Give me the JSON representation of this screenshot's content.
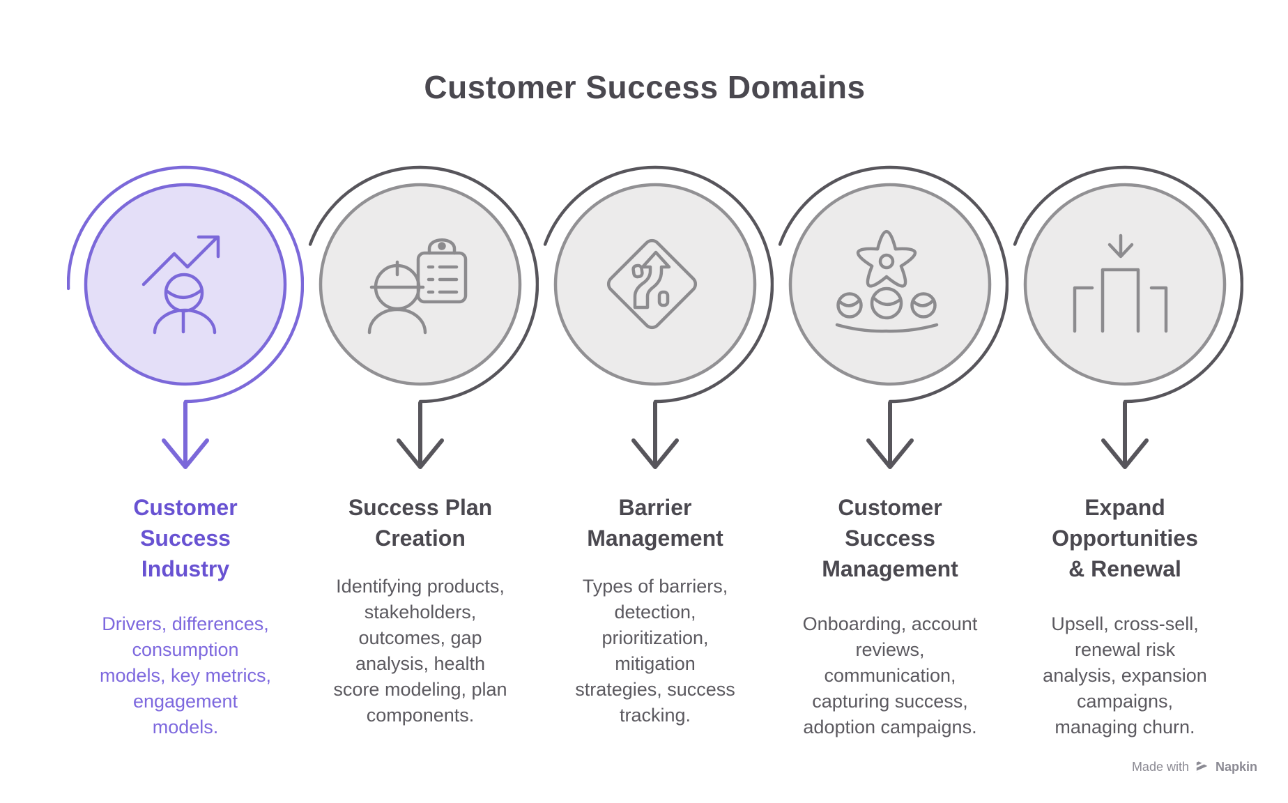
{
  "title": "Customer Success Domains",
  "colors": {
    "background": "#ffffff",
    "accent": "#7b68d9",
    "accent_fill": "#e4dff8",
    "accent_title": "#6852d2",
    "accent_body": "#7d68de",
    "gray_fill": "#ecebeb",
    "gray_stroke": "#919093",
    "gray_arc": "#57555b",
    "gray_icon": "#8c8b8e",
    "gray_title": "#4a484f",
    "gray_body": "#5b595f",
    "footer_text": "#8b8a93"
  },
  "domains": [
    {
      "key": "customer-success-industry",
      "highlighted": true,
      "icon": "person-growth-trend-icon",
      "title": "Customer\nSuccess\nIndustry",
      "description": "Drivers, differences,\nconsumption\nmodels, key metrics,\nengagement\nmodels."
    },
    {
      "key": "success-plan-creation",
      "highlighted": false,
      "icon": "engineer-checklist-icon",
      "title": "Success Plan\nCreation",
      "description": "Identifying products,\nstakeholders,\noutcomes, gap\nanalysis, health\nscore modeling, plan\ncomponents."
    },
    {
      "key": "barrier-management",
      "highlighted": false,
      "icon": "road-sign-detour-icon",
      "title": "Barrier\nManagement",
      "description": "Types of barriers,\ndetection,\nprioritization,\nmitigation\nstrategies, success\ntracking."
    },
    {
      "key": "customer-success-management",
      "highlighted": false,
      "icon": "gear-team-icon",
      "title": "Customer\nSuccess\nManagement",
      "description": "Onboarding, account\nreviews,\ncommunication,\ncapturing success,\nadoption campaigns."
    },
    {
      "key": "expand-opportunities-renewal",
      "highlighted": false,
      "icon": "podium-down-arrow-icon",
      "title": "Expand\nOpportunities\n& Renewal",
      "description": "Upsell, cross-sell,\nrenewal risk\nanalysis, expansion\ncampaigns,\nmanaging churn."
    }
  ],
  "footer": {
    "made_with": "Made with",
    "brand": "Napkin",
    "logo_icon": "napkin-striped-triangle"
  }
}
